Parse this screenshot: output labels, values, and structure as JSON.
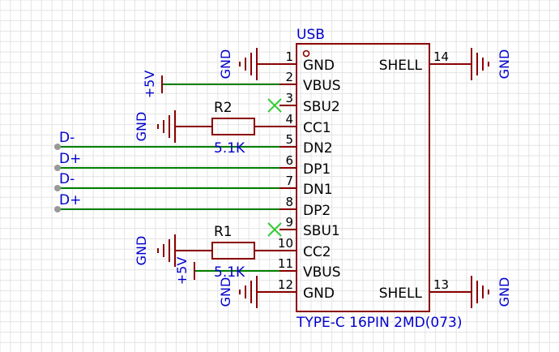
{
  "colors": {
    "grid": "#e3e3e3",
    "component": "#8b0000",
    "wire": "#008000",
    "ref_text": "#000000",
    "net_text": "#0000cc",
    "noconnect": "#33cc33",
    "port_dot": "#999999"
  },
  "chip": {
    "designator": "USB",
    "part_number": "TYPE-C 16PIN 2MD(073)",
    "left_pins": [
      {
        "num": "1",
        "name": "GND"
      },
      {
        "num": "2",
        "name": "VBUS"
      },
      {
        "num": "3",
        "name": "SBU2"
      },
      {
        "num": "4",
        "name": "CC1"
      },
      {
        "num": "5",
        "name": "DN2"
      },
      {
        "num": "6",
        "name": "DP1"
      },
      {
        "num": "7",
        "name": "DN1"
      },
      {
        "num": "8",
        "name": "DP2"
      },
      {
        "num": "9",
        "name": "SBU1"
      },
      {
        "num": "10",
        "name": "CC2"
      },
      {
        "num": "11",
        "name": "VBUS"
      },
      {
        "num": "12",
        "name": "GND"
      }
    ],
    "right_pins": [
      {
        "num": "14",
        "name": "SHELL"
      },
      {
        "num": "13",
        "name": "SHELL"
      }
    ]
  },
  "resistors": [
    {
      "ref": "R2",
      "value": "5.1K"
    },
    {
      "ref": "R1",
      "value": "5.1K"
    }
  ],
  "power_labels": {
    "gnd": "GND",
    "vcc": "+5V"
  },
  "net_ports": [
    "D-",
    "D+",
    "D-",
    "D+"
  ]
}
